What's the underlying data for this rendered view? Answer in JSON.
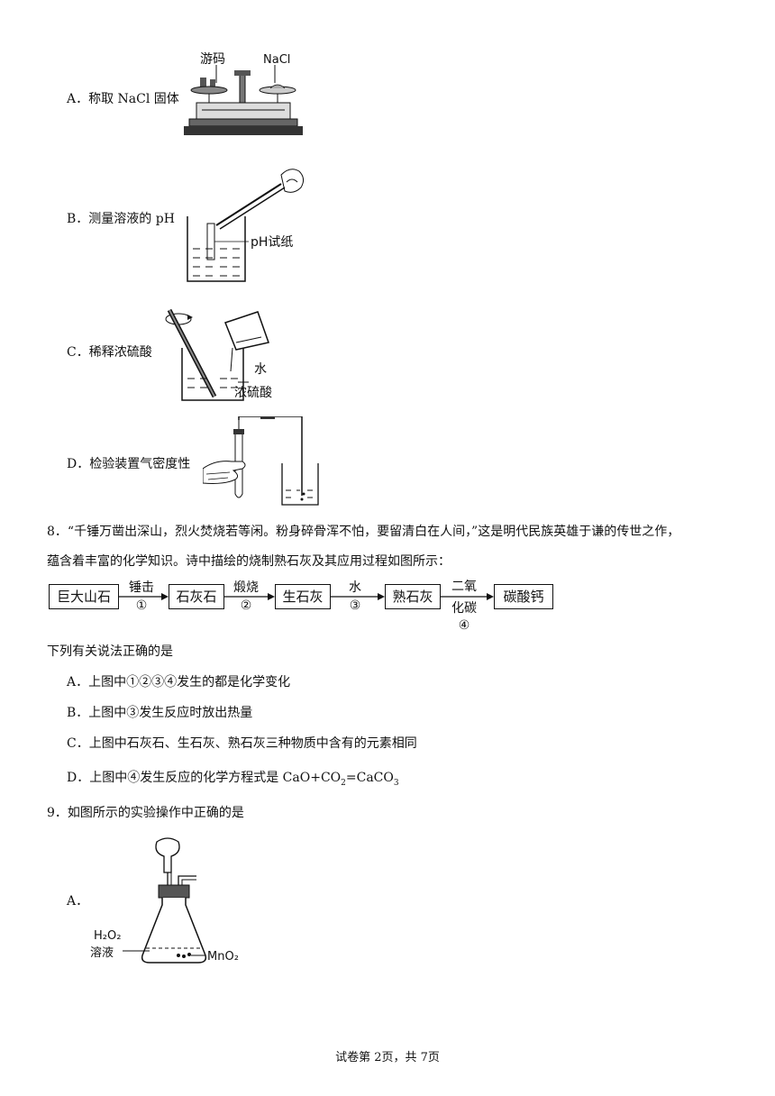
{
  "q7_options": {
    "a": {
      "label": "A．称取 NaCl 固体",
      "fig_label_weight": "游码",
      "fig_label_nacl": "NaCl"
    },
    "b": {
      "label": "B．测量溶液的 pH",
      "fig_label_paper": "pH试纸"
    },
    "c": {
      "label": "C．稀释浓硫酸",
      "fig_label_water": "水",
      "fig_label_acid": "浓硫酸"
    },
    "d": {
      "label": "D．检验装置气密度性"
    }
  },
  "q8": {
    "stem_line1": "8．“千锤万凿出深山，烈火焚烧若等闲。粉身碎骨浑不怕，要留清白在人间，”这是明代民族英雄于谦的传世之作，",
    "stem_line2": "蕴含着丰富的化学知识。诗中描绘的烧制熟石灰及其应用过程如图所示：",
    "flow": {
      "boxes": [
        "巨大山石",
        "石灰石",
        "生石灰",
        "熟石灰",
        "碳酸钙"
      ],
      "arrows": [
        {
          "top": "锤击",
          "bottom": "①"
        },
        {
          "top": "煅烧",
          "bottom": "②"
        },
        {
          "top": "水",
          "bottom": "③"
        },
        {
          "top": "二氧",
          "middle": "化碳",
          "bottom": "④"
        }
      ]
    },
    "prompt": "下列有关说法正确的是",
    "options": {
      "a": "A．上图中①②③④发生的都是化学变化",
      "b": "B．上图中③发生反应时放出热量",
      "c": "C．上图中石灰石、生石灰、熟石灰三种物质中含有的元素相同",
      "d_prefix": "D．上图中④发生反应的化学方程式是 CaO+CO",
      "d_sub1": "2",
      "d_mid": "=CaCO",
      "d_sub2": "3"
    }
  },
  "q9": {
    "stem": "9．如图所示的实验操作中正确的是",
    "option_a": "A．",
    "fig_h2o2": "H₂O₂",
    "fig_solution": "溶液",
    "fig_mno2": "MnO₂"
  },
  "footer": "试卷第 2页，共 7页"
}
